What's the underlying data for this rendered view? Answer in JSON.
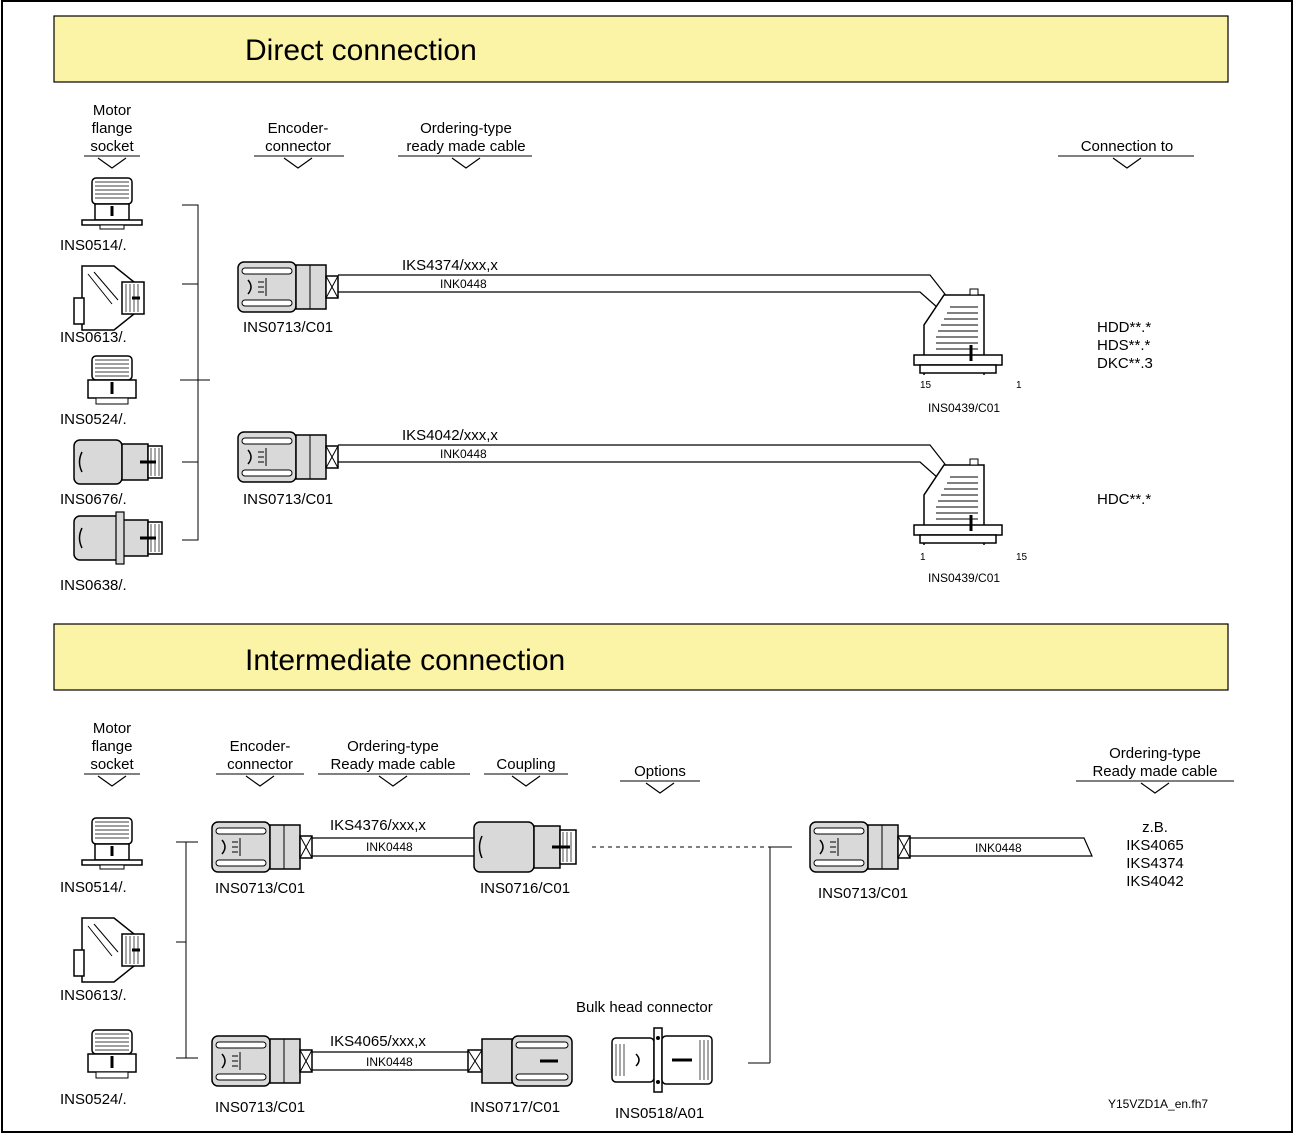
{
  "colors": {
    "banner": "#fbf3a6",
    "connector_grey": "#d9d9d9",
    "line": "#000000"
  },
  "direct": {
    "title": "Direct connection",
    "headers": {
      "motor_l1": "Motor",
      "motor_l2": "flange",
      "motor_l3": "socket",
      "encoder_l1": "Encoder-",
      "encoder_l2": "connector",
      "cable_l1": "Ordering-type",
      "cable_l2": "ready made cable",
      "connection_to": "Connection to"
    },
    "sockets": [
      "INS0514/.",
      "INS0613/.",
      "INS0524/.",
      "INS0676/.",
      "INS0638/."
    ],
    "cable1": {
      "name": "IKS4374/xxx,x",
      "wire": "INK0448",
      "encoder": "INS0713/C01",
      "dsub": "INS0439/C01",
      "pin_left": "15",
      "pin_right": "1",
      "targets": [
        "HDD**.*",
        "HDS**.*",
        "DKC**.3"
      ]
    },
    "cable2": {
      "name": "IKS4042/xxx,x",
      "wire": "INK0448",
      "encoder": "INS0713/C01",
      "dsub": "INS0439/C01",
      "pin_left": "1",
      "pin_right": "15",
      "targets": [
        "HDC**.*"
      ]
    }
  },
  "intermediate": {
    "title": "Intermediate connection",
    "headers": {
      "motor_l1": "Motor",
      "motor_l2": "flange",
      "motor_l3": "socket",
      "encoder_l1": "Encoder-",
      "encoder_l2": "connector",
      "cable_l1": "Ordering-type",
      "cable_l2": "Ready made cable",
      "coupling": "Coupling",
      "options": "Options",
      "right_l1": "Ordering-type",
      "right_l2": "Ready made cable"
    },
    "sockets": [
      "INS0514/.",
      "INS0613/.",
      "INS0524/."
    ],
    "row1": {
      "cable": "IKS4376/xxx,x",
      "wire": "INK0448",
      "encoder": "INS0713/C01",
      "coupling": "INS0716/C01"
    },
    "row2": {
      "cable": "IKS4065/xxx,x",
      "wire": "INK0448",
      "encoder": "INS0713/C01",
      "coupling": "INS0717/C01"
    },
    "bulkhead": {
      "label": "Bulk head connector",
      "part": "INS0518/A01"
    },
    "right": {
      "encoder": "INS0713/C01",
      "wire": "INK0448",
      "examples": [
        "z.B.",
        "IKS4065",
        "IKS4374",
        "IKS4042"
      ]
    }
  },
  "footer": {
    "file_id": "Y15VZD1A_en.fh7"
  }
}
